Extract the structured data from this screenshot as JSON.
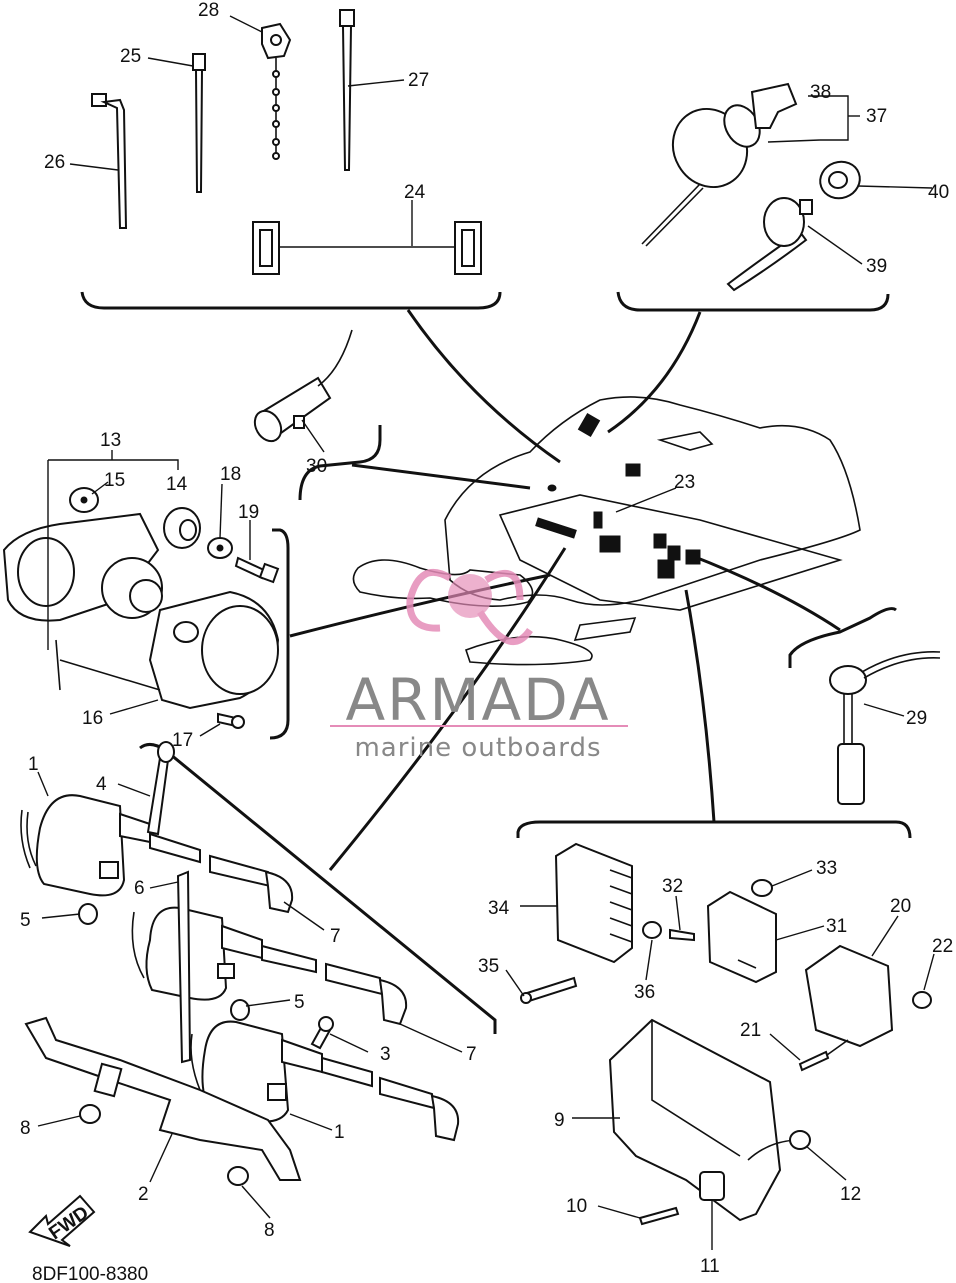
{
  "drawing_code": "8DF100-8380",
  "watermark": {
    "brand": "ARMADA",
    "tagline": "marine outboards",
    "brand_color": "#888888",
    "accent_color": "#e58cb8"
  },
  "fwd_arrow": "FWD",
  "callouts": [
    {
      "id": "c1a",
      "text": "1"
    },
    {
      "id": "c1b",
      "text": "1"
    },
    {
      "id": "c2",
      "text": "2"
    },
    {
      "id": "c3",
      "text": "3"
    },
    {
      "id": "c4",
      "text": "4"
    },
    {
      "id": "c5a",
      "text": "5"
    },
    {
      "id": "c5b",
      "text": "5"
    },
    {
      "id": "c6",
      "text": "6"
    },
    {
      "id": "c7a",
      "text": "7"
    },
    {
      "id": "c7b",
      "text": "7"
    },
    {
      "id": "c8a",
      "text": "8"
    },
    {
      "id": "c8b",
      "text": "8"
    },
    {
      "id": "c9",
      "text": "9"
    },
    {
      "id": "c10",
      "text": "10"
    },
    {
      "id": "c11",
      "text": "11"
    },
    {
      "id": "c12",
      "text": "12"
    },
    {
      "id": "c13",
      "text": "13"
    },
    {
      "id": "c14",
      "text": "14"
    },
    {
      "id": "c15",
      "text": "15"
    },
    {
      "id": "c16",
      "text": "16"
    },
    {
      "id": "c17",
      "text": "17"
    },
    {
      "id": "c18",
      "text": "18"
    },
    {
      "id": "c19",
      "text": "19"
    },
    {
      "id": "c20",
      "text": "20"
    },
    {
      "id": "c21",
      "text": "21"
    },
    {
      "id": "c22",
      "text": "22"
    },
    {
      "id": "c23",
      "text": "23"
    },
    {
      "id": "c24",
      "text": "24"
    },
    {
      "id": "c25",
      "text": "25"
    },
    {
      "id": "c26",
      "text": "26"
    },
    {
      "id": "c27",
      "text": "27"
    },
    {
      "id": "c28",
      "text": "28"
    },
    {
      "id": "c29",
      "text": "29"
    },
    {
      "id": "c30",
      "text": "30"
    },
    {
      "id": "c31",
      "text": "31"
    },
    {
      "id": "c32",
      "text": "32"
    },
    {
      "id": "c33",
      "text": "33"
    },
    {
      "id": "c34",
      "text": "34"
    },
    {
      "id": "c35",
      "text": "35"
    },
    {
      "id": "c36",
      "text": "36"
    },
    {
      "id": "c37",
      "text": "37"
    },
    {
      "id": "c38",
      "text": "38"
    },
    {
      "id": "c39",
      "text": "39"
    },
    {
      "id": "c40",
      "text": "40"
    }
  ]
}
